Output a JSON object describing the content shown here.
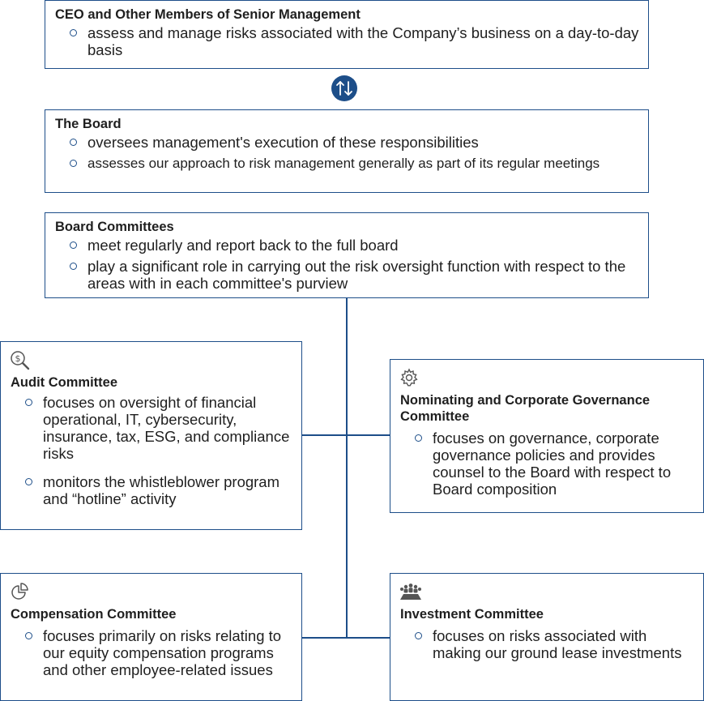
{
  "senior_mgmt": {
    "title": "CEO and Other Members of Senior Management",
    "bullets": [
      "assess and manage risks associated with the Company’s business on a day-to-day basis"
    ]
  },
  "board": {
    "title": "The Board",
    "bullets": [
      "oversees management's execution of these responsibilities",
      "assesses our approach to risk management generally as part of its regular meetings"
    ]
  },
  "committees": {
    "title": "Board Committees",
    "bullets": [
      "meet regularly and report back to the full board",
      "play a significant role in carrying out the risk oversight function with respect to the areas with in each committee's purview"
    ]
  },
  "audit": {
    "icon": "magnifier-dollar-icon",
    "title": "Audit Committee",
    "bullets": [
      "focuses on oversight of financial operational, IT, cybersecurity, insurance, tax, ESG, and compliance risks",
      "monitors the whistleblower program and “hotline” activity"
    ]
  },
  "nominating": {
    "icon": "gear-icon",
    "title": "Nominating and Corporate Governance Committee",
    "bullets": [
      "focuses on governance, corporate governance policies and provides counsel to the Board with respect to Board composition"
    ]
  },
  "compensation": {
    "icon": "pie-chart-icon",
    "title": "Compensation Committee",
    "bullets": [
      "focuses primarily on risks relating to our equity compensation programs and other employee-related issues"
    ]
  },
  "investment": {
    "icon": "people-table-icon",
    "title": "Investment Committee",
    "bullets": [
      "focuses on risks associated with making our ground lease investments"
    ]
  },
  "colors": {
    "primary": "#1d4e89",
    "text": "#1f1f1f",
    "icon": "#555555"
  }
}
